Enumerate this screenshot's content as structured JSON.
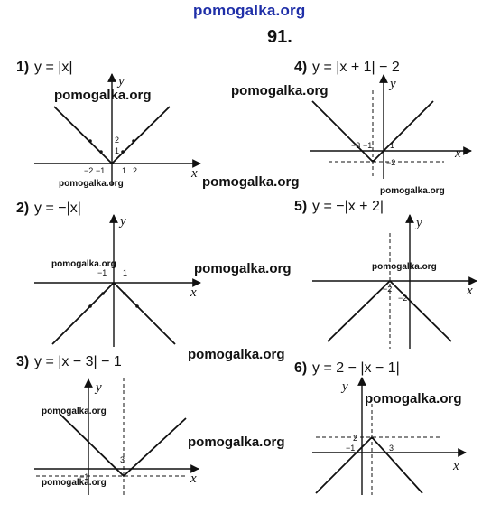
{
  "header": {
    "site": "pomogalka.org",
    "problem_number": "91."
  },
  "watermark": "pomogalka.org",
  "plots": [
    {
      "number": "1)",
      "function": "y = |x|",
      "x_label": "x",
      "y_label": "y",
      "x_ticks": [
        "−2",
        "−1",
        "1",
        "2"
      ],
      "y_ticks": [
        "2",
        "1"
      ]
    },
    {
      "number": "2)",
      "function": "y = −|x|",
      "x_label": "x",
      "y_label": "y",
      "x_ticks": [
        "−1",
        "1"
      ],
      "y_ticks": []
    },
    {
      "number": "3)",
      "function": "y = |x − 3| − 1",
      "x_label": "x",
      "y_label": "y",
      "x_ticks": [
        "3"
      ],
      "y_ticks": [
        "−1"
      ]
    },
    {
      "number": "4)",
      "function": "y = |x + 1| − 2",
      "x_label": "x",
      "y_label": "y",
      "x_ticks": [
        "−3",
        "−1",
        "1"
      ],
      "y_ticks": [
        "−2"
      ]
    },
    {
      "number": "5)",
      "function": "y = −|x + 2|",
      "x_label": "x",
      "y_label": "y",
      "x_ticks": [
        "−2"
      ],
      "y_ticks": [
        "−2"
      ]
    },
    {
      "number": "6)",
      "function": "y = 2 − |x − 1|",
      "x_label": "x",
      "y_label": "y",
      "x_ticks": [
        "−1",
        "3"
      ],
      "y_ticks": [
        "2"
      ]
    }
  ]
}
